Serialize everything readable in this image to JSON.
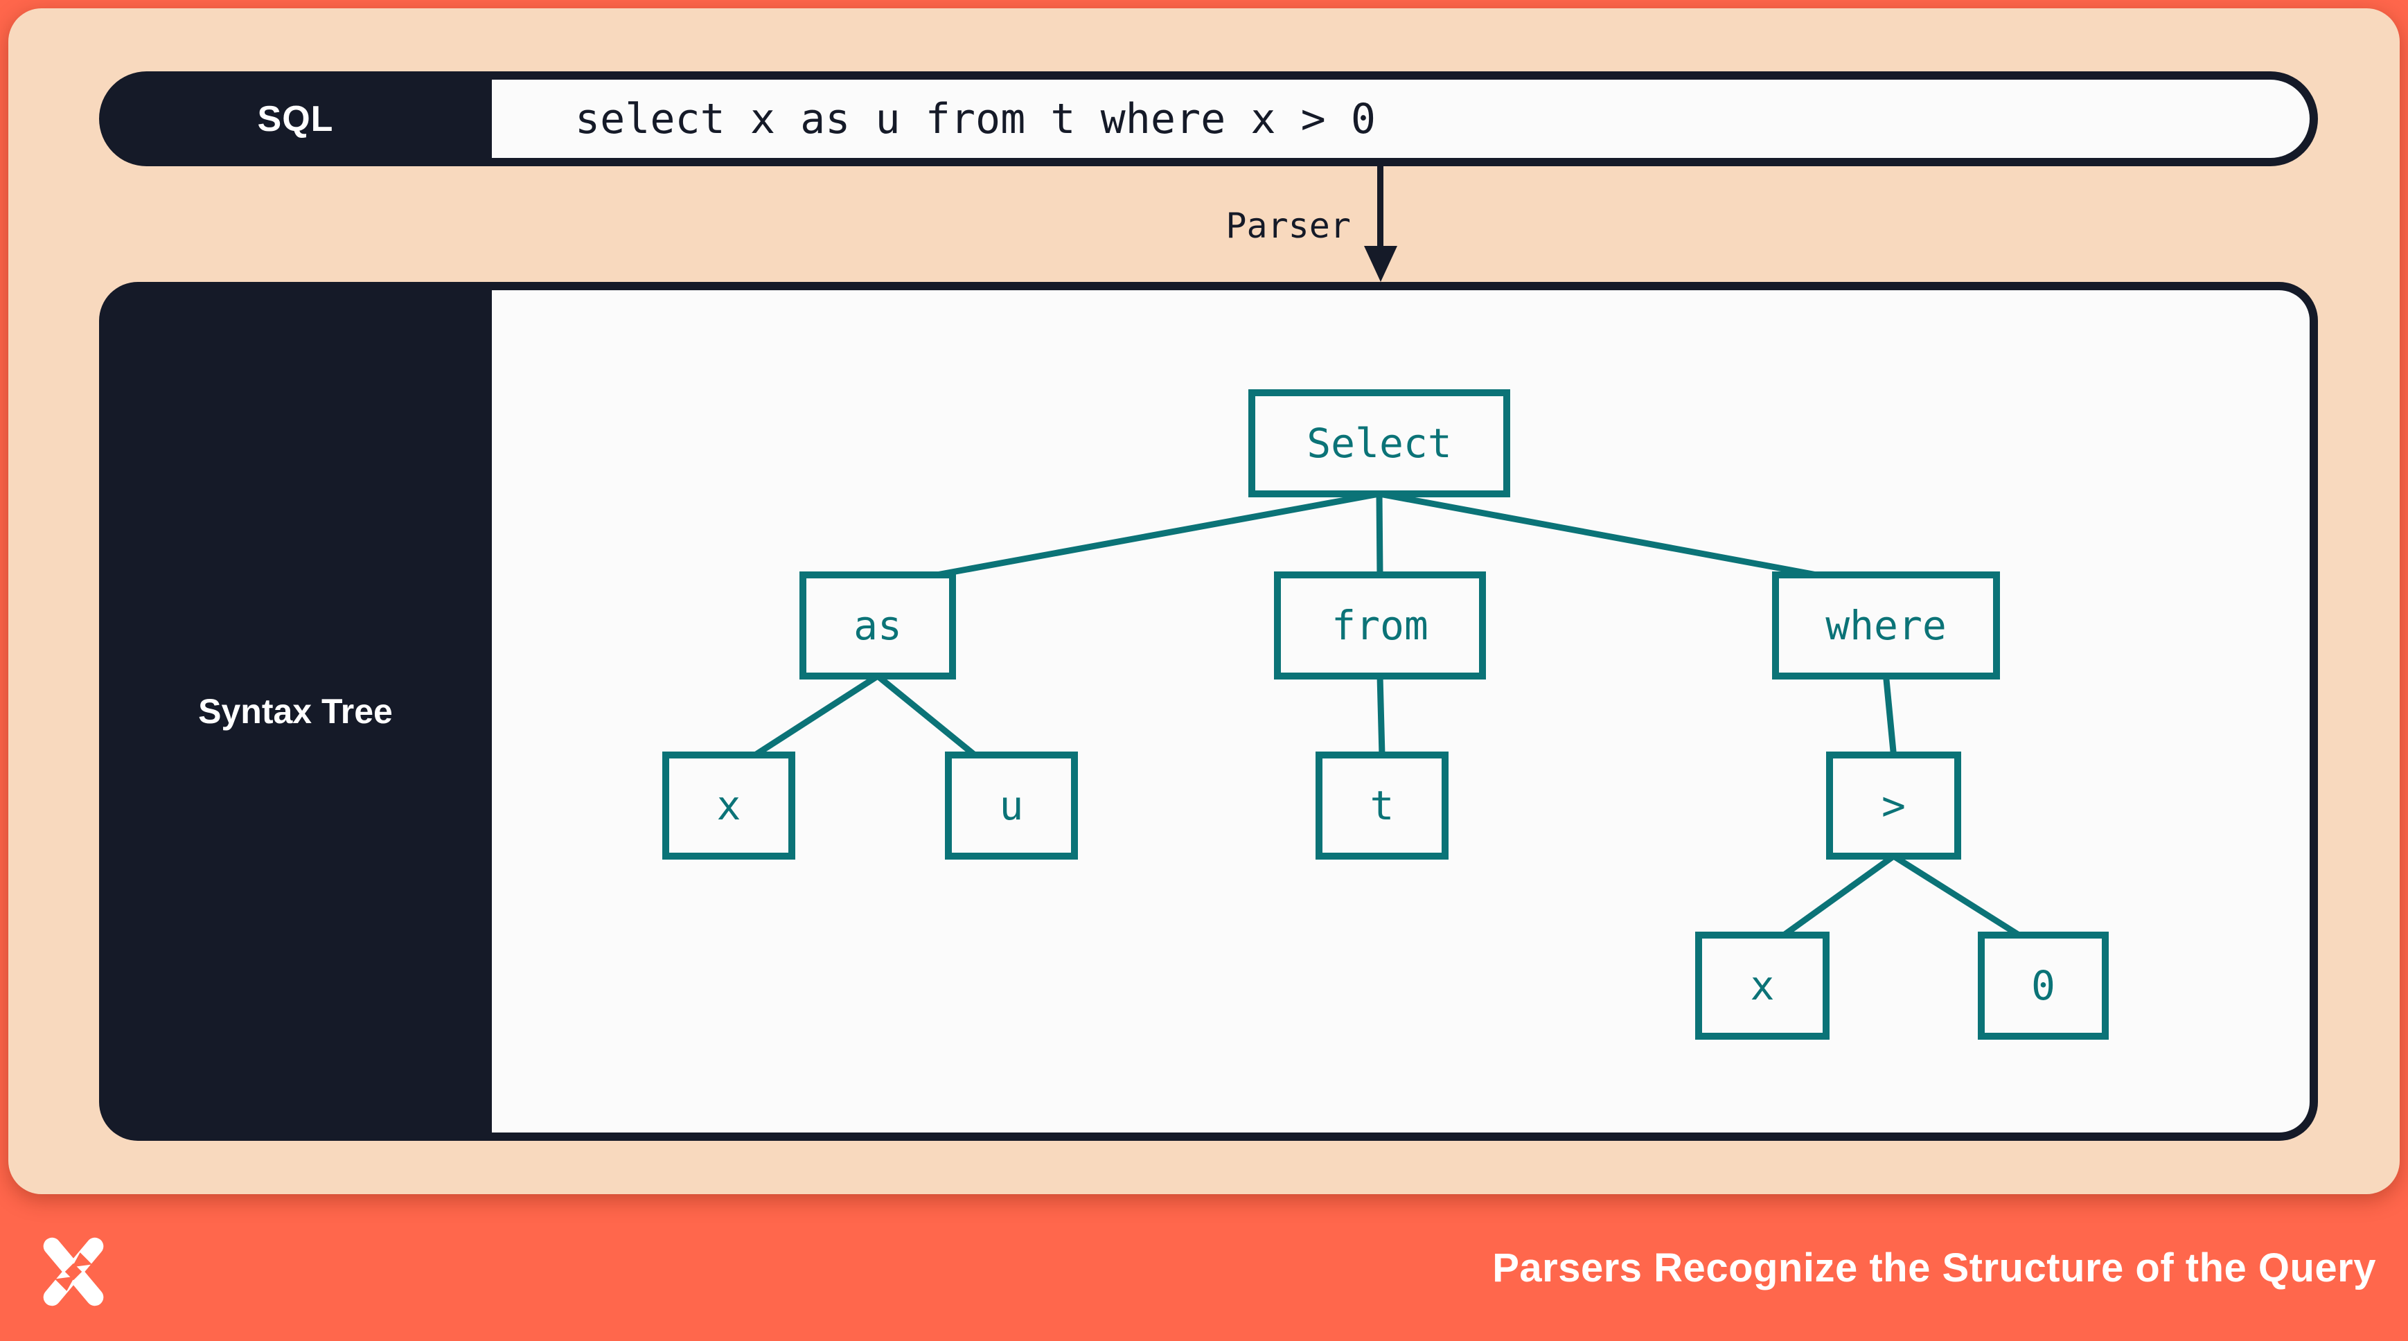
{
  "sql_bar": {
    "label": "SQL",
    "code": "select x as u from t where x > 0"
  },
  "parser": {
    "label": "Parser"
  },
  "tree_panel": {
    "label": "Syntax Tree"
  },
  "tree": {
    "nodes": [
      {
        "id": "select",
        "label": "Select"
      },
      {
        "id": "as",
        "label": "as"
      },
      {
        "id": "from",
        "label": "from"
      },
      {
        "id": "where",
        "label": "where"
      },
      {
        "id": "x1",
        "label": "x"
      },
      {
        "id": "u",
        "label": "u"
      },
      {
        "id": "t",
        "label": "t"
      },
      {
        "id": "gt",
        "label": ">"
      },
      {
        "id": "x2",
        "label": "x"
      },
      {
        "id": "zero",
        "label": "0"
      }
    ],
    "edges": [
      [
        "select",
        "as"
      ],
      [
        "select",
        "from"
      ],
      [
        "select",
        "where"
      ],
      [
        "as",
        "x1"
      ],
      [
        "as",
        "u"
      ],
      [
        "from",
        "t"
      ],
      [
        "where",
        "gt"
      ],
      [
        "gt",
        "x2"
      ],
      [
        "gt",
        "zero"
      ]
    ]
  },
  "footer": {
    "title": "Parsers Recognize the Structure of the Query",
    "logo": "x-star-logo"
  },
  "colors": {
    "coral": "#FF674C",
    "peach": "#F8D9BE",
    "navy": "#151A28",
    "teal": "#0B7377",
    "paper": "#FBFBFB"
  }
}
